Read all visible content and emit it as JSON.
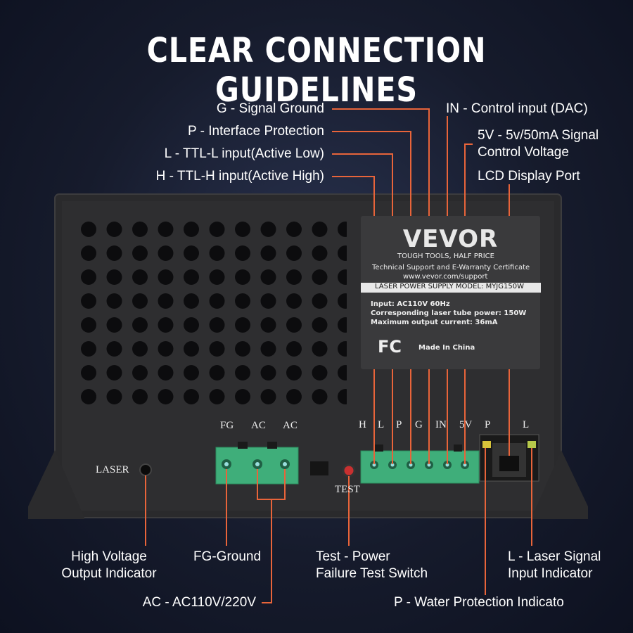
{
  "title": "CLEAR CONNECTION GUIDELINES",
  "labels": {
    "g": "G - Signal Ground",
    "p": "P - Interface Protection",
    "l": "L - TTL-L input(Active Low)",
    "h": "H -  TTL-H input(Active High)",
    "in": "IN - Control input (DAC)",
    "v5_line1": "5V - 5v/50mA Signal",
    "v5_line2": "Control Voltage",
    "lcd": "LCD Display Port",
    "hv_line1": "High Voltage",
    "hv_line2": "Output Indicator",
    "fg": "FG-Ground",
    "test_line1": "Test - Power",
    "test_line2": "Failure Test Switch",
    "laser_line1": "L - Laser Signal",
    "laser_line2": "Input Indicator",
    "ac": "AC - AC110V/220V",
    "water": "P - Water Protection Indicato"
  },
  "silkscreen": {
    "laser": "LASER",
    "test": "TEST",
    "fg": "FG",
    "ac1": "AC",
    "ac2": "AC",
    "h": "H",
    "l": "L",
    "p": "P",
    "g": "G",
    "in": "IN",
    "v5": "5V",
    "port_p": "P",
    "port_l": "L"
  },
  "plate": {
    "brand": "VEVOR",
    "tagline": "TOUGH TOOLS, HALF PRICE",
    "support": "Technical Support and E-Warranty Certificate",
    "url": "www.vevor.com/support",
    "product": "LASER POWER SUPPLY   MODEL: MYJG150W",
    "input": "Input: AC110V 60Hz",
    "tube": "Corresponding laser tube power: 150W",
    "current": "Maximum output current: 36mA",
    "fc": "FC",
    "made": "Made In China"
  },
  "colors": {
    "accent_line": "#e8643a",
    "terminal_green": "#3fae7a",
    "case": "#2c2c2e",
    "indicator": "#d8c43a"
  }
}
